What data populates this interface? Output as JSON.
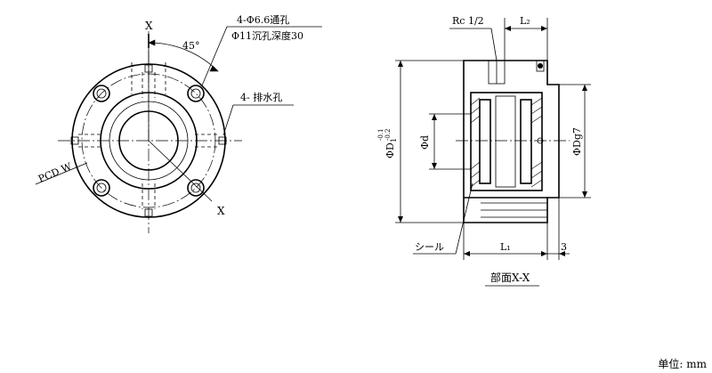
{
  "front_view": {
    "axis_label_top": "X",
    "axis_label_bottom": "X",
    "angle_label": "45°",
    "hole_note_line1": "4-Φ6.6通孔",
    "hole_note_line2": "Φ11沉孔深度30",
    "drain_note": "4- 排水孔",
    "pcd_label": "PCD W"
  },
  "section_view": {
    "port_label": "Rc 1/2",
    "l2_label": "L₂",
    "l1_label": "L₁",
    "dim_3": "3",
    "d_label": "Φd",
    "dg7_label": "ΦDg7",
    "d1_label": "ΦD",
    "d1_sub": "1",
    "d1_tol_upper": "-0.1",
    "d1_tol_lower": "-0.2",
    "seal_label": "シール",
    "section_title": "部面X-X"
  },
  "unit_label": "单位: mm"
}
